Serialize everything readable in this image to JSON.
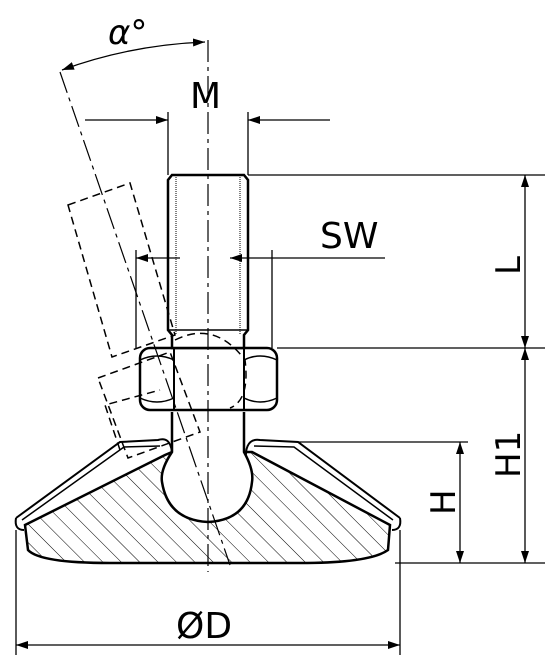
{
  "labels": {
    "angle": "α°",
    "thread": "M",
    "wrench_size": "SW",
    "length": "L",
    "height_total": "H1",
    "height_base": "H",
    "diameter": "ØD"
  },
  "colors": {
    "line": "#000000",
    "background": "#ffffff"
  }
}
